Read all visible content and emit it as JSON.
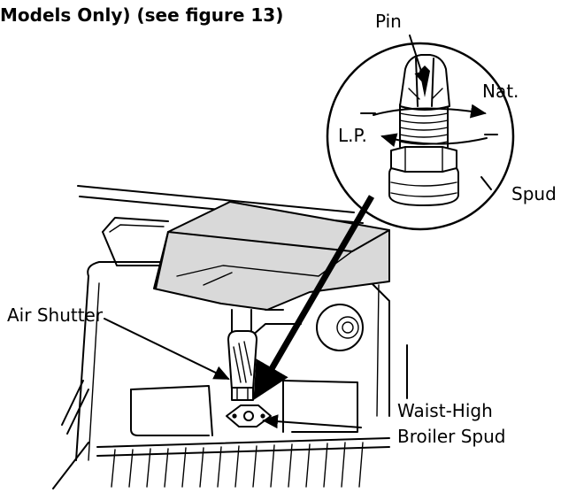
{
  "heading": "Models Only) (see figure 13)",
  "labels": {
    "pin": "Pin",
    "nat": "Nat.",
    "lp": "L.P.",
    "spud": "Spud",
    "air_shutter": "Air Shutter",
    "waist_high_line1": "Waist-High",
    "waist_high_line2": "Broiler Spud"
  }
}
